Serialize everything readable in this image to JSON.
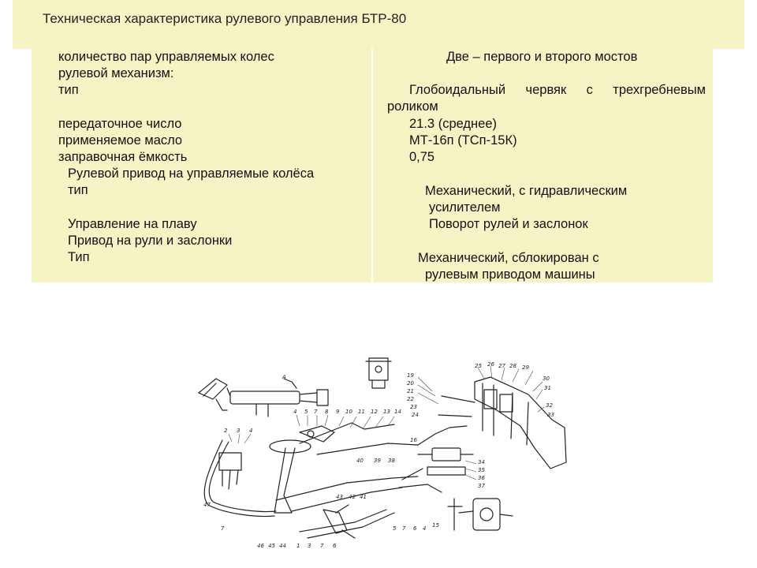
{
  "title": "Техническая характеристика рулевого управления БТР-80",
  "specs": {
    "wheel_pairs_label": "количество пар управляемых колес",
    "wheel_pairs_value": "Две – первого и второго мостов",
    "steering_mechanism_label": "рулевой механизм:",
    "type_label_1": "тип",
    "mechanism_type_value_line1": "Глобоидальный червяк с трехгребневым",
    "mechanism_type_value_line2": "роликом",
    "gear_ratio_label": "передаточное число",
    "gear_ratio_value": "21.3 (среднее)",
    "oil_label": "применяемое масло",
    "oil_value": "МТ-16п (ТСп-15К)",
    "capacity_label": "заправочная ёмкость",
    "capacity_value": "0,75",
    "drive_label": "Рулевой привод на управляемые колёса",
    "type_label_2": "тип",
    "drive_type_value_line1": "Механический, с гидравлическим",
    "drive_type_value_line2": "усилителем",
    "afloat_label": "Управление на плаву",
    "afloat_value": "Поворот рулей и заслонок",
    "rudders_label": "Привод на рули и заслонки",
    "type_label_3": "Тип",
    "rudders_type_value_line1": "Механический, сблокирован с",
    "rudders_type_value_line2": "рулевым приводом машины"
  },
  "figure": {
    "callouts": [
      "А",
      "1",
      "2",
      "3",
      "4",
      "5",
      "6",
      "7",
      "8",
      "9",
      "10",
      "11",
      "12",
      "13",
      "14",
      "15",
      "16",
      "19",
      "20",
      "21",
      "22",
      "23",
      "24",
      "25",
      "26",
      "27",
      "28",
      "29",
      "30",
      "31",
      "32",
      "33",
      "34",
      "35",
      "36",
      "37",
      "38",
      "39",
      "40",
      "41",
      "42",
      "43",
      "44",
      "45",
      "46",
      "47"
    ]
  }
}
